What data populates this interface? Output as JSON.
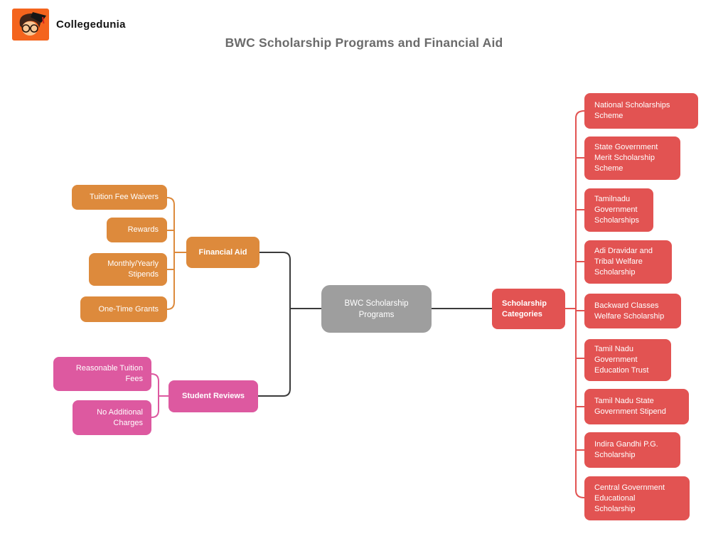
{
  "brand": {
    "name": "Collegedunia"
  },
  "title": "BWC Scholarship Programs and Financial Aid",
  "colors": {
    "orange": "#DD8A3C",
    "pink": "#DD59A0",
    "red": "#E25352",
    "gray": "#9E9E9E",
    "connector": "#3B3B3B",
    "title_text": "#6B6B6B",
    "logo_bg": "#F4641D"
  },
  "center": {
    "label": "BWC Scholarship\nPrograms"
  },
  "branches": {
    "financial_aid": {
      "label": "Financial Aid",
      "children": [
        "Tuition Fee Waivers",
        "Rewards",
        "Monthly/Yearly\nStipends",
        "One-Time Grants"
      ]
    },
    "student_reviews": {
      "label": "Student Reviews",
      "children": [
        "Reasonable Tuition\nFees",
        "No Additional\nCharges"
      ]
    },
    "scholarship_categories": {
      "label": "Scholarship\nCategories",
      "children": [
        "National Scholarships\nScheme",
        "State Government\nMerit Scholarship\nScheme",
        "Tamilnadu\nGovernment\nScholarships",
        "Adi Dravidar and\nTribal Welfare\nScholarship",
        "Backward Classes\nWelfare Scholarship",
        "Tamil Nadu\nGovernment\nEducation Trust",
        "Tamil Nadu State\nGovernment Stipend",
        "Indira Gandhi P.G.\nScholarship",
        "Central Government\nEducational\nScholarship"
      ]
    }
  }
}
